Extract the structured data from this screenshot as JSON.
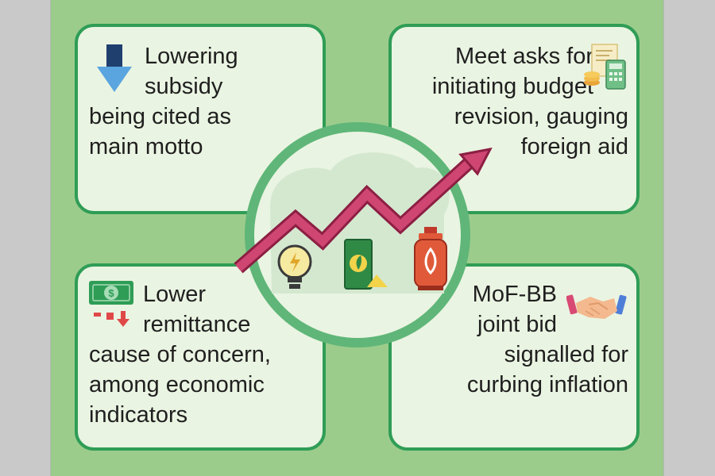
{
  "cards": {
    "top_left": [
      "Lowering",
      "subsidy",
      "being cited as",
      "main motto"
    ],
    "top_right": [
      "Meet asks for",
      "initiating budget",
      "revision, gauging",
      "foreign aid"
    ],
    "bottom_left": [
      "Lower",
      "remittance",
      "cause of concern,",
      "among economic",
      "indicators"
    ],
    "bottom_right": [
      "MoF-BB",
      "joint bid",
      "signalled for",
      "curbing inflation"
    ]
  },
  "icons": {
    "top_left": "down-arrow-icon",
    "top_right": "budget-calculator-icon",
    "bottom_left": "banknote-decline-icon",
    "bottom_right": "handshake-icon",
    "center": [
      "lightbulb-icon",
      "fertilizer-bag-icon",
      "gas-cylinder-icon"
    ]
  },
  "colors": {
    "background": "#9ccc8c",
    "card_fill": "#eaf4e2",
    "border": "#2f9d56",
    "trend_arrow": "#c83a66"
  }
}
